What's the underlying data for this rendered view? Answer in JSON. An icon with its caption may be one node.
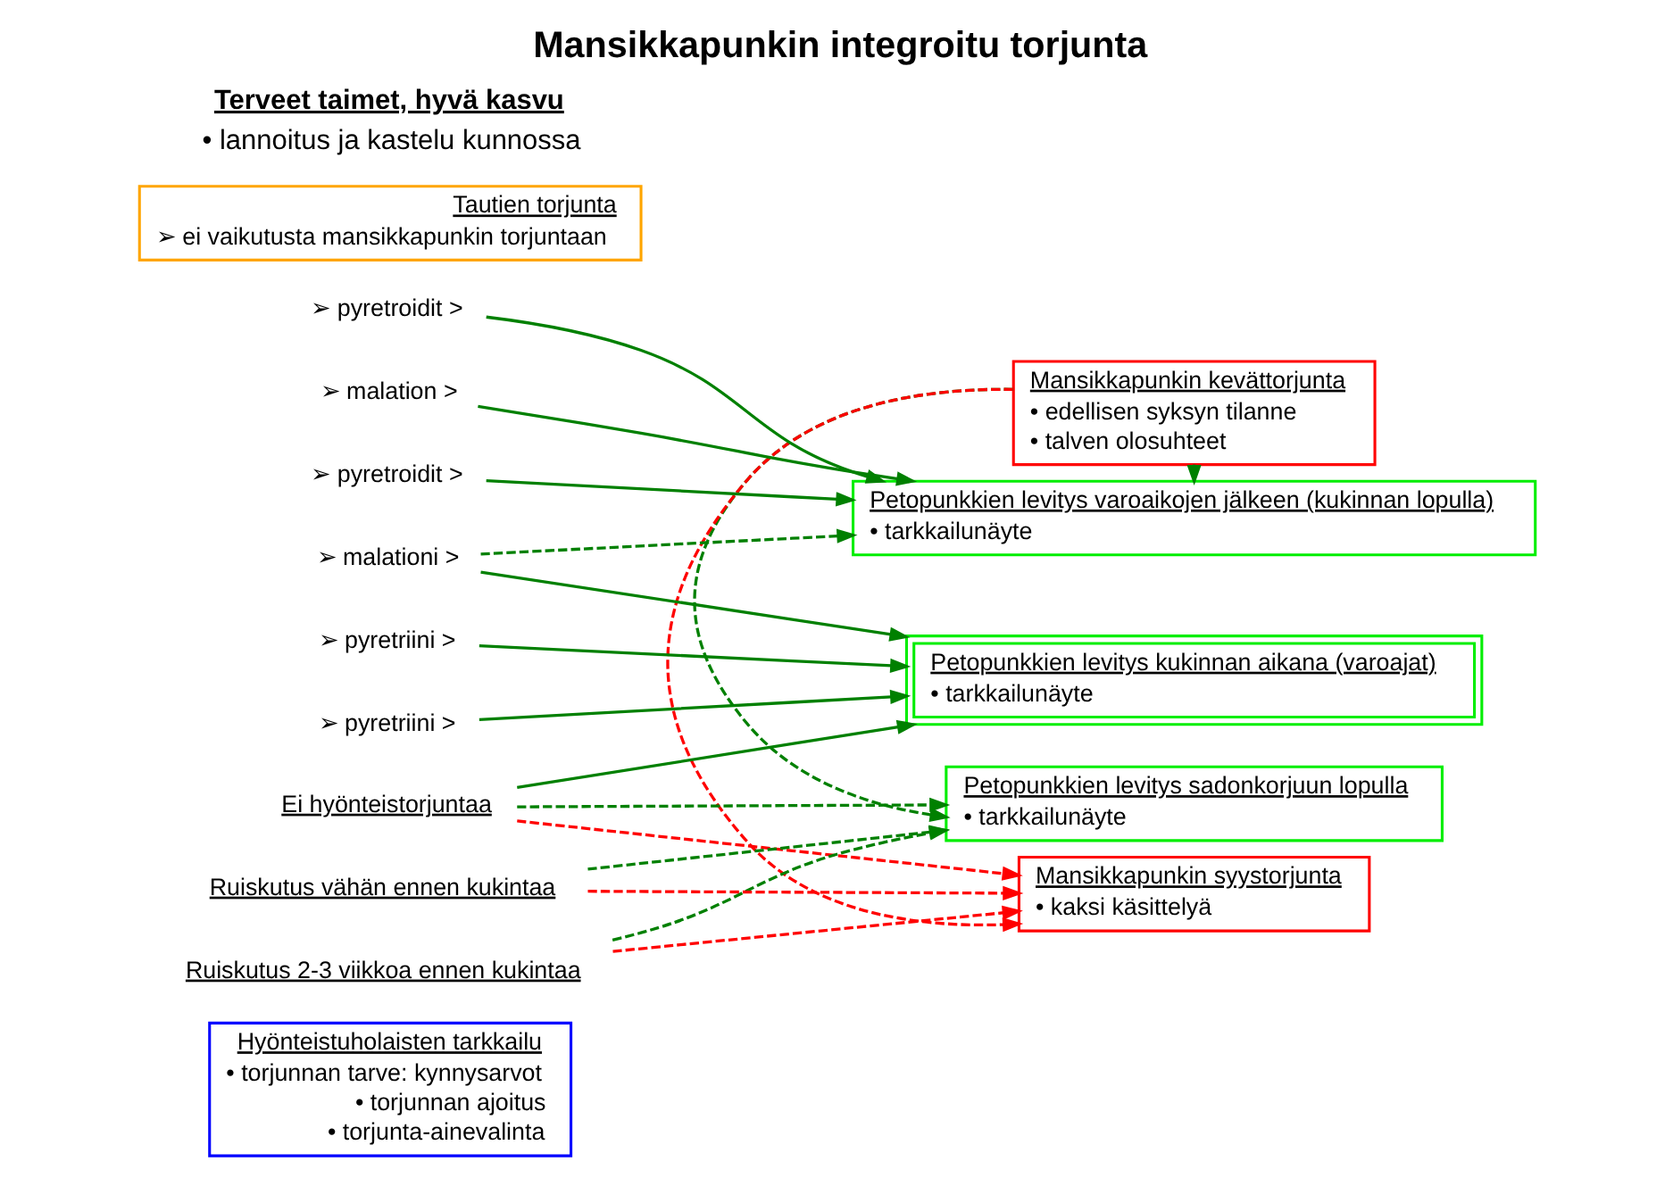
{
  "diagram": {
    "title": "Mansikkapunkin integroitu torjunta",
    "nodes": [
      {
        "text": [
          "Hyönteistuholaisten tarkkailu",
          "• torjunnan tarve: kynnysarvot",
          "• torjunnan ajoitus",
          "• torjunta-ainevalinta"
        ]
      },
      {
        "text": [
          "Mansikkapunkin kevättorjunta",
          "• edellisen syksyn tilanne",
          "• talven olosuhteet"
        ]
      },
      {
        "text": [
          "Ei hyönteistorjuntaa"
        ]
      },
      {
        "text": [
          "Ruiskutus 2-3 viikkoa ennen kukintaa"
        ]
      },
      {
        "text": [
          "➢ pyretriini >"
        ]
      },
      {
        "text": [
          "➢ malationi >"
        ]
      },
      {
        "text": [
          "➢ pyretroidit >"
        ]
      },
      {
        "text": [
          "Ruiskutus vähän ennen kukintaa"
        ]
      },
      {
        "text": [
          "➢ pyretriini >"
        ]
      },
      {
        "text": [
          "➢ malation >"
        ]
      },
      {
        "text": [
          "➢ pyretroidit >"
        ]
      },
      {
        "text": [
          "Tautien torjunta",
          "➢ ei vaikutusta mansikkapunkin torjuntaan"
        ]
      },
      {
        "text": [
          "Petopunkkien levitys kukinnan aikana (varoajat)",
          "• tarkkailunäyte"
        ]
      },
      {
        "text": [
          "Petopunkkien levitys varoaikojen jälkeen (kukinnan lopulla)",
          "• tarkkailunäyte"
        ]
      },
      {
        "text": [
          "Petopunkkien levitys sadonkorjuun lopulla",
          "• tarkkailunäyte"
        ]
      },
      {
        "text": [
          "Mansikkapunkin syystorjunta",
          "• kaksi käsittelyä"
        ]
      }
    ],
    "edges": [
      {
        "from": 2,
        "to": 12,
        "arrow": "to"
      },
      {
        "from": 2,
        "to": 14,
        "arrow": "to",
        "style": "dashed"
      },
      {
        "from": 2,
        "to": 15,
        "arrow": "to",
        "style": "dashed",
        "color": "#ff0000"
      },
      {
        "from": 3,
        "to": 14,
        "arrow": "to",
        "style": "dashed"
      },
      {
        "from": 3,
        "to": 15,
        "arrow": "to",
        "style": "dashed",
        "color": "#ff0000"
      },
      {
        "from": 4,
        "to": 12,
        "arrow": "to"
      },
      {
        "from": 5,
        "to": 12,
        "arrow": "to"
      },
      {
        "from": 5,
        "to": 13,
        "arrow": "to",
        "style": "dashed"
      },
      {
        "from": 6,
        "to": 13,
        "arrow": "to"
      },
      {
        "from": 7,
        "to": 14,
        "arrow": "to",
        "style": "dashed"
      },
      {
        "from": 7,
        "to": 15,
        "arrow": "to",
        "style": "dashed",
        "color": "#ff0000"
      },
      {
        "from": 8,
        "to": 12,
        "arrow": "to"
      },
      {
        "from": 9,
        "to": 13,
        "arrow": "to"
      },
      {
        "from": 10,
        "to": 13,
        "arrow": "to"
      },
      {
        "from": 1,
        "to": 13,
        "arrow": "to"
      },
      {
        "from": 1,
        "to": 14,
        "arrow": "to",
        "style": "dashed"
      },
      {
        "from": 1,
        "to": 15,
        "arrow": "to",
        "style": "dashed",
        "color": "#ff0000"
      }
    ],
    "labels": [
      "Terveet taimet, hyvä kasvu",
      "• lannoitus ja kastelu kunnossa"
    ]
  }
}
